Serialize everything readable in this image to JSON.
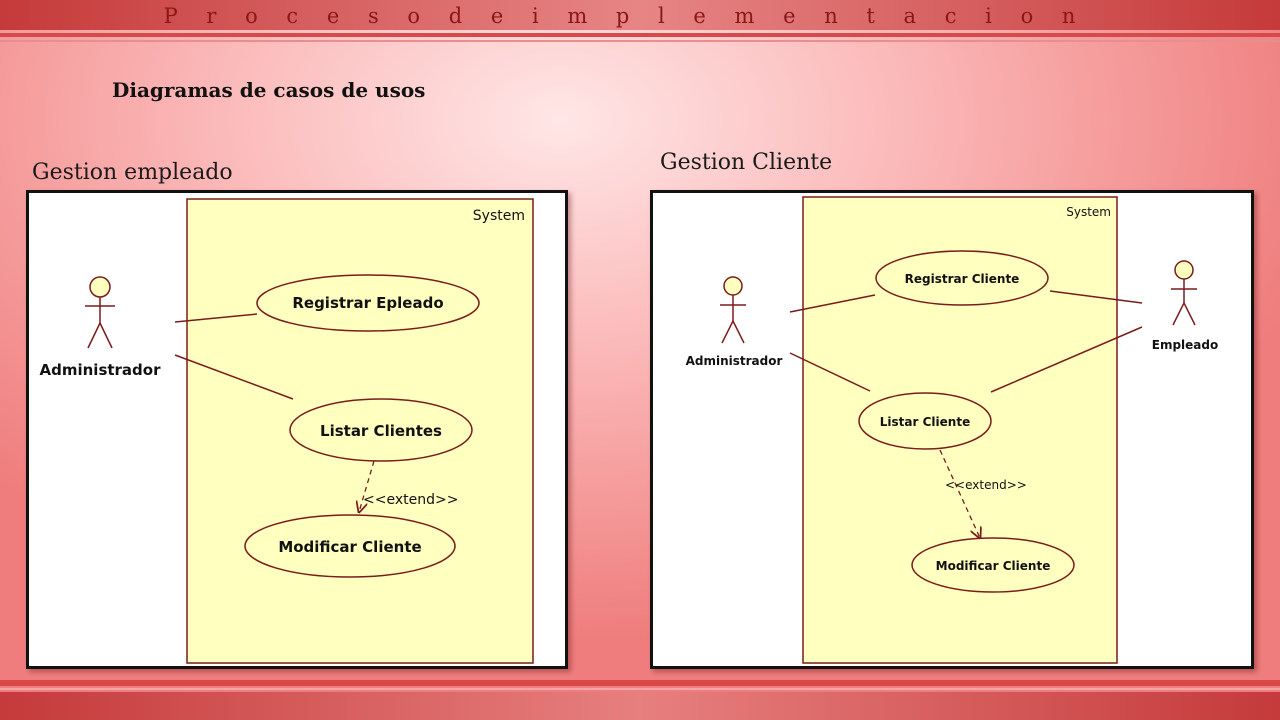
{
  "slide": {
    "title": "P r o c e s o   d e   i m p l e m e n t a c i o n",
    "heading": "Diagramas de casos de usos"
  },
  "colors": {
    "accent": "#d54a4a",
    "system_fill": "#ffffc0",
    "uml_line": "#7a1c1c"
  },
  "diagram_left": {
    "subtitle": "Gestion empleado",
    "system_label": "System",
    "actors": {
      "admin": "Administrador"
    },
    "use_cases": {
      "registrar": "Registrar Epleado",
      "listar": "Listar Clientes",
      "modificar": "Modificar Cliente"
    },
    "extend_label": "<<extend>>"
  },
  "diagram_right": {
    "subtitle": "Gestion Cliente",
    "system_label": "System",
    "actors": {
      "admin": "Administrador",
      "empleado": "Empleado"
    },
    "use_cases": {
      "registrar": "Registrar Cliente",
      "listar": "Listar Cliente",
      "modificar": "Modificar Cliente"
    },
    "extend_label": "<<extend>>"
  }
}
